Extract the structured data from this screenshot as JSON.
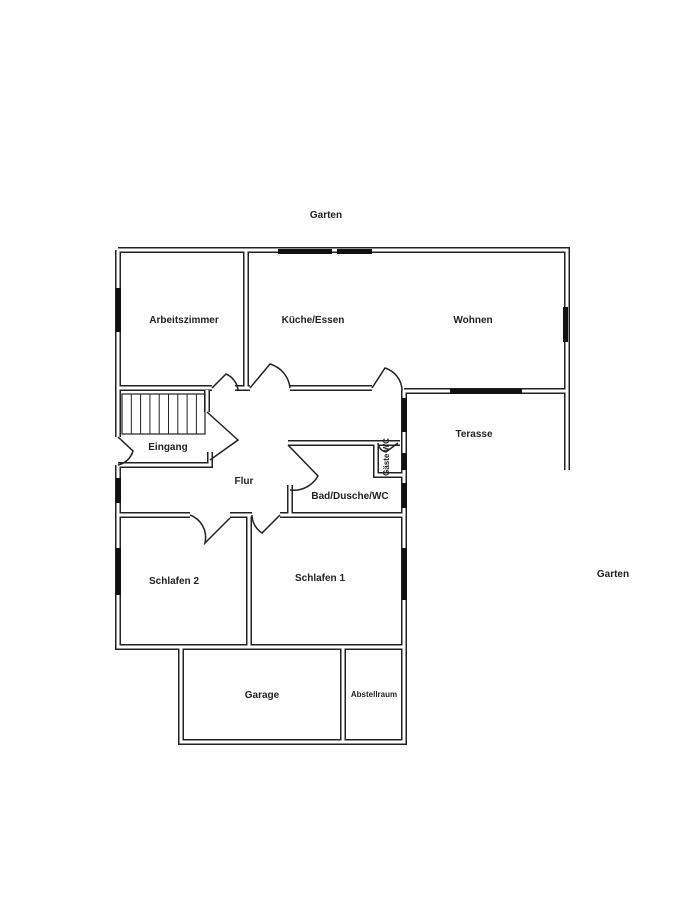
{
  "labels": {
    "garden_north": "Garten",
    "garden_east": "Garten",
    "study": "Arbeitszimmer",
    "kitchen": "Küche/Essen",
    "living": "Wohnen",
    "terrace": "Terasse",
    "entrance": "Eingang",
    "hallway": "Flur",
    "guest_wc": "Gäste WC",
    "bathroom": "Bad/Dusche/WC",
    "bedroom2": "Schlafen 2",
    "bedroom1": "Schlafen 1",
    "garage": "Garage",
    "storage": "Abstellraum"
  },
  "colors": {
    "wall": "#222222",
    "window": "#111111",
    "background": "#ffffff"
  }
}
